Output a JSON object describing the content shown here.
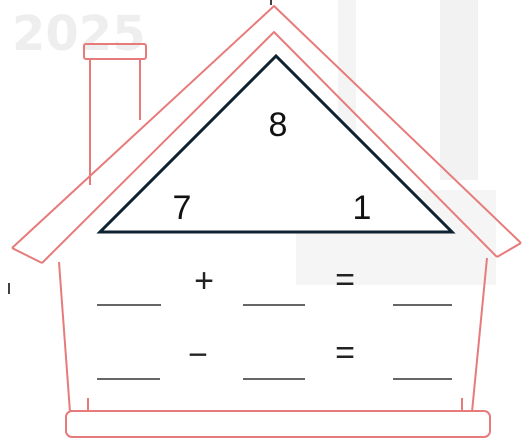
{
  "watermark": {
    "year_text": "2025",
    "color": "#ececec"
  },
  "house": {
    "outline_color": "#e77b7b",
    "triangle_color": "#0f2230"
  },
  "number_bond": {
    "top": "8",
    "left": "7",
    "right": "1"
  },
  "equations": {
    "row1": {
      "operator": "+",
      "equals": "=",
      "blank_left": "____",
      "blank_middle": "____",
      "blank_right": "____"
    },
    "row2": {
      "operator": "−",
      "equals": "=",
      "blank_left": "____",
      "blank_middle": "____",
      "blank_right": "____"
    }
  }
}
